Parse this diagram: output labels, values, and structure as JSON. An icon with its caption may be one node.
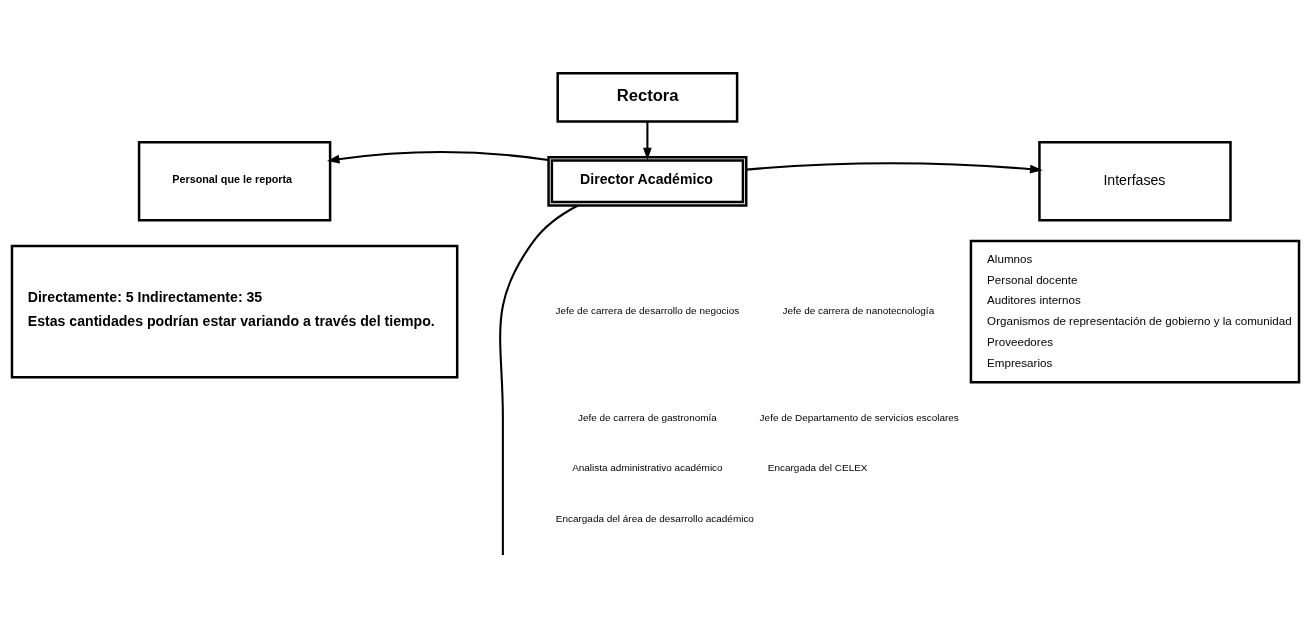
{
  "diagram": {
    "nodes": [
      {
        "text": [
          "Rectora"
        ]
      },
      {
        "text": [
          "Personal que le reporta"
        ]
      },
      {
        "text": [
          "Directamente: 5 Indirectamente: 35",
          "Estas cantidades podrían estar variando a través del tiempo."
        ]
      },
      {
        "text": [
          "Director Académico"
        ]
      },
      {
        "text": [
          "Interfases"
        ]
      },
      {
        "text": [
          "Alumnos",
          "Personal docente",
          "Auditores internos",
          "Organismos de representación de gobierno y la comunidad",
          "Proveedores",
          "Empresarios"
        ]
      }
    ],
    "edges": [
      {
        "from": 0,
        "to": 3,
        "arrow": "to"
      },
      {
        "from": 3,
        "to": 1,
        "arrow": "to"
      },
      {
        "from": 3,
        "to": 4,
        "arrow": "to"
      },
      {
        "from": 3,
        "to": null,
        "arrow": "none"
      }
    ],
    "labels": [
      "Jefe de carrera de desarrollo de negocios",
      "Jefe de carrera de nanotecnología",
      "Jefe de carrera de gastronomía",
      "Jefe de Departamento de servicios escolares",
      "Analista administrativo académico",
      "Encargada del CELEX",
      "Encargada del área de desarrollo académico"
    ]
  }
}
